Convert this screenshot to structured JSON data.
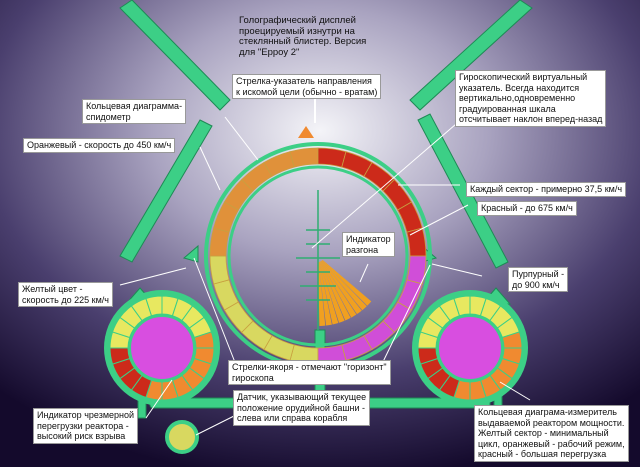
{
  "labels": {
    "hologram": [
      "Голографический дисплей",
      "проецируемый изнутри на",
      "стеклянный блистер. Версия",
      "для \"Ерроу 2\""
    ],
    "direction": [
      "Стрелка-указатель направления",
      "к искомой цели (обычно - вратам)"
    ],
    "gyro": [
      "Гироскопический виртуальный",
      "указатель. Всегда находится",
      "вертикально,одновременно",
      "градуированная шкала",
      "отсчитывает наклон вперед-назад"
    ],
    "ring_speedo": [
      "Кольцевая диаграмма-",
      "спидометр"
    ],
    "orange": [
      "Оранжевый - скорость до 450 км/ч"
    ],
    "sector": [
      "Каждый сектор - примерно 37,5 км/ч"
    ],
    "red": [
      "Красный - до 675 км/ч"
    ],
    "accel": [
      "Индикатор",
      "разгона"
    ],
    "purple": [
      "Пурпурный -",
      "до 900 км/ч"
    ],
    "yellow": [
      "Желтый цвет -",
      "скорость до 225 км/ч"
    ],
    "horizon": [
      "Стрелки-якоря - отмечают \"горизонт\"",
      "гироскопа"
    ],
    "overload": [
      "Индикатор чрезмерной",
      "перегрузки реактора -",
      "высокий риск взрыва"
    ],
    "turret": [
      "Датчик, указывающий текущее",
      "положение орудийной башни -",
      "слева или справа корабля"
    ],
    "power": [
      "Кольцевая диаграма-измеритель",
      "выдаваемой реактором мощности.",
      "Желтый сектор - минимальный",
      "цикл, оранжевый - рабочий режим,",
      "красный - большая перегрузка"
    ]
  },
  "speed_ring": {
    "sector_kmh": 37.5,
    "yellow_max_kmh": 225,
    "orange_max_kmh": 450,
    "red_max_kmh": 675,
    "purple_max_kmh": 900,
    "colors": {
      "yellow": "#d8d860",
      "orange": "#e0913a",
      "red": "#cc2a1a",
      "purple": "#d04ed8",
      "frame": "#3ccf86"
    }
  },
  "power_ring_colors": [
    "#e8e860",
    "#f08a30",
    "#cc2a1a"
  ]
}
